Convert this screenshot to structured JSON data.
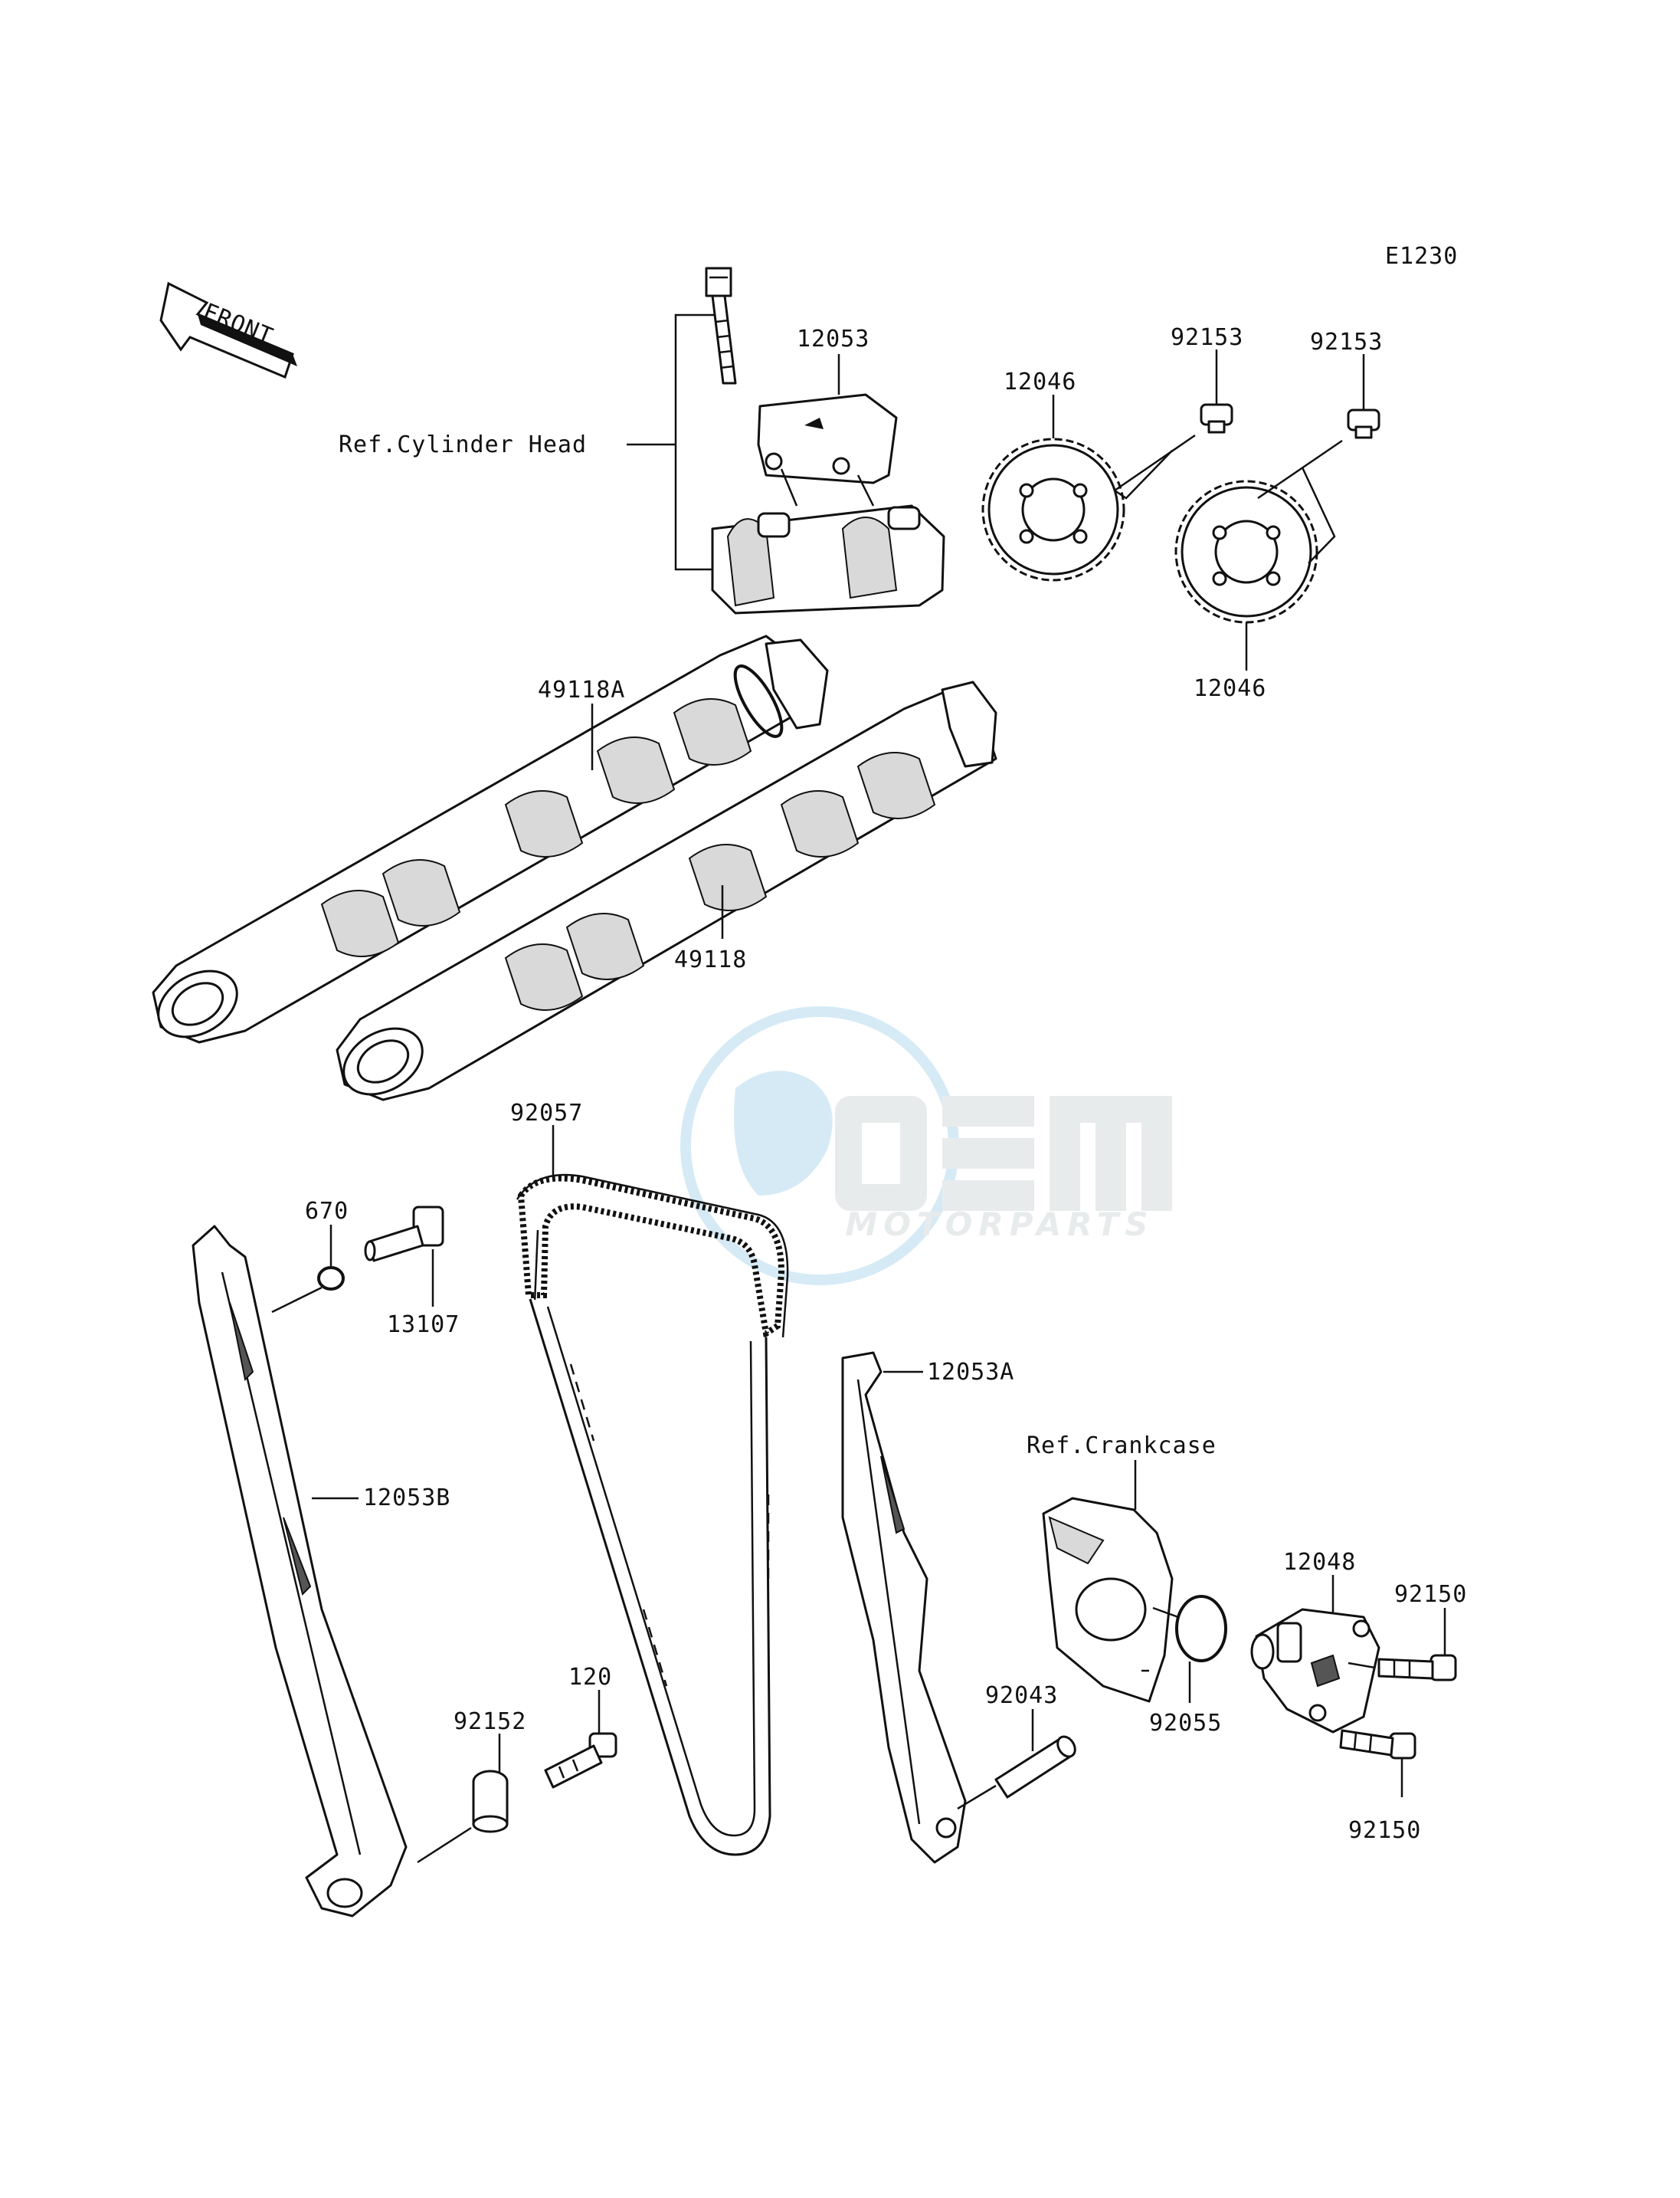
{
  "diagram_code": "E1230",
  "front_label": "FRONT",
  "watermark": {
    "brand": "OEM",
    "sub": "MOTORPARTS"
  },
  "references": {
    "cylinder_head": "Ref.Cylinder Head",
    "crankcase": "Ref.Crankcase"
  },
  "parts": {
    "bolt_cam_holder": "12053",
    "sprocket_upper": "12046",
    "sprocket_lower": "12046",
    "bolt_sprocket_1": "92153",
    "bolt_sprocket_2": "92153",
    "camshaft_exhaust": "49118A",
    "camshaft_intake": "49118",
    "cam_chain": "92057",
    "washer": "670",
    "guide_bolt": "13107",
    "chain_guide_rear": "12053B",
    "chain_guide_front": "12053A",
    "bolt_120": "120",
    "collar": "92152",
    "pin": "92043",
    "o_ring": "92055",
    "tensioner": "12048",
    "tensioner_bolt_upper": "92150",
    "tensioner_bolt_lower": "92150"
  },
  "colors": {
    "line": "#111111",
    "watermark": "#4aa3d8",
    "background": "#ffffff"
  }
}
